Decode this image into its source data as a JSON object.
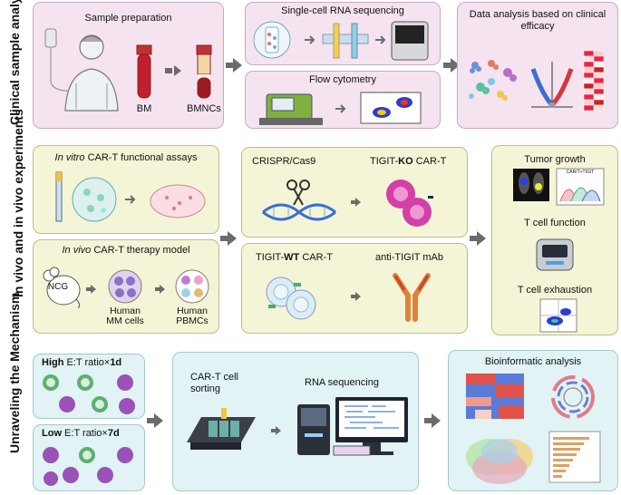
{
  "rows": {
    "clinical": "Clinical sample analysis",
    "invivo": "In vivo and in vivo experiments",
    "mechanism": "Unraveling the Mechanism"
  },
  "clinical": {
    "sample_prep": "Sample preparation",
    "bm": "BM",
    "bmncs": "BMNCs",
    "scrna": "Single-cell RNA sequencing",
    "flow": "Flow cytometry",
    "data_analysis": "Data analysis based on clinical efficacy"
  },
  "experiments": {
    "invitro_italic": "In vitro",
    "invitro_rest": " CAR-T functional assays",
    "invivo_italic": "In vivo",
    "invivo_rest": " CAR-T therapy model",
    "ncg": "NCG",
    "human_mm": "Human MM cells",
    "human_pbmc": "Human PBMCs",
    "crispr": "CRISPR/Cas9",
    "ko_pre": "TIGIT-",
    "ko_bold": "KO",
    "ko_post": " CAR-T",
    "wt_pre": "TIGIT-",
    "wt_bold": "WT",
    "wt_post": " CAR-T",
    "anti_tigit": "anti-TIGIT mAb",
    "tumor_growth": "Tumor growth",
    "tcell_function": "T cell function",
    "tcell_exhaustion": "T cell exhaustion",
    "facs_plot_label": "CAR/T+TIGIT"
  },
  "mechanism": {
    "high_bold1": "High",
    "high_mid": " E:T ratio×",
    "high_bold2": "1d",
    "low_bold1": "Low",
    "low_mid": " E:T ratio×",
    "low_bold2": "7d",
    "sorting": "CAR-T cell sorting",
    "rnaseq": "RNA sequencing",
    "bioinformatic": "Bioinformatic analysis"
  }
}
